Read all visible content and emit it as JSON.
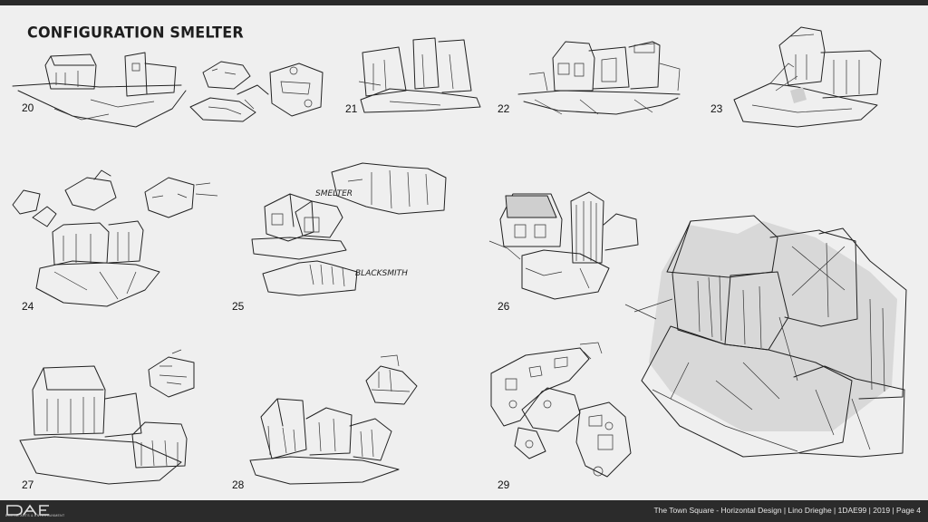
{
  "page": {
    "title": "CONFIGURATION SMELTER",
    "credits": "The Town Square - Horizontal Design | Lino Drieghe | 1DAE99 | 2019 | Page 4"
  },
  "logo": {
    "mark": "DAE",
    "subtitle": "DIGITAL ARTS & ENTERTAINMENT"
  },
  "sketches": [
    {
      "number": "20"
    },
    {
      "number": "21"
    },
    {
      "number": "22"
    },
    {
      "number": "23"
    },
    {
      "number": "24"
    },
    {
      "number": "25",
      "annotations": [
        "SMELTER",
        "BLACKSMITH"
      ]
    },
    {
      "number": "26"
    },
    {
      "number": "27"
    },
    {
      "number": "28"
    },
    {
      "number": "29"
    }
  ],
  "colors": {
    "background": "#efefef",
    "bars": "#2b2b2b",
    "ink": "#222222"
  }
}
